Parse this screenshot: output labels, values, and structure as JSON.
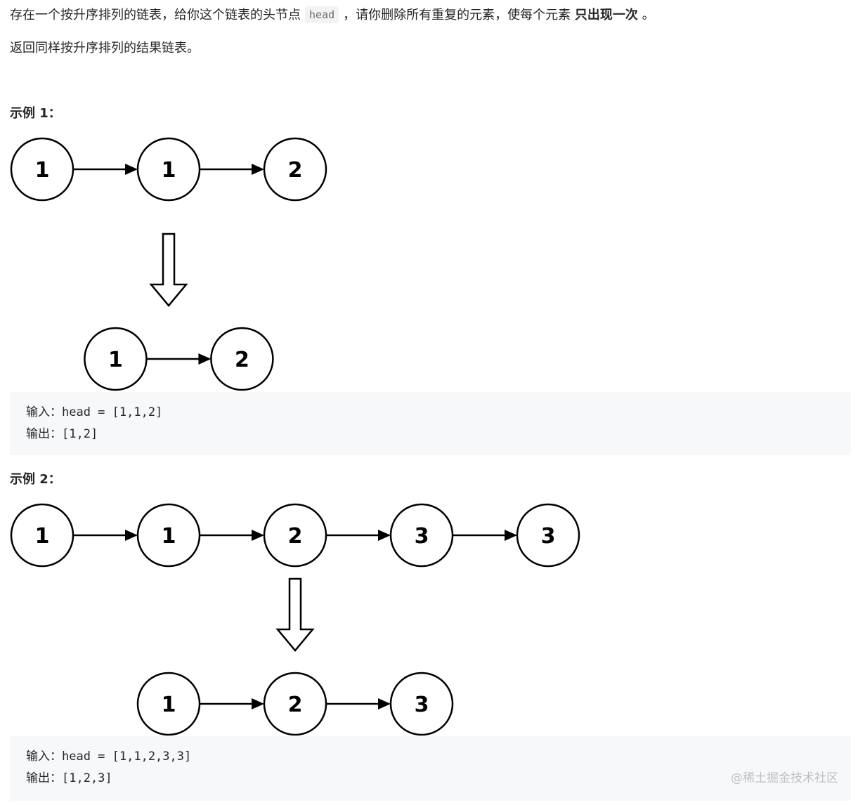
{
  "description": {
    "line1_before": "存在一个按升序排列的链表，给你这个链表的头节点",
    "line1_code": "head",
    "line1_middle": "，请你删除所有重复的元素，使每个元素",
    "line1_bold": "只出现一次",
    "line1_end": "。",
    "line2": "返回同样按升序排列的结果链表。"
  },
  "examples": [
    {
      "title": "示例 1：",
      "input_nodes": [
        "1",
        "1",
        "2"
      ],
      "output_nodes": [
        "1",
        "2"
      ],
      "input_label": "输入：",
      "input_value": "head = [1,1,2]",
      "output_label": "输出：",
      "output_value": "[1,2]"
    },
    {
      "title": "示例 2：",
      "input_nodes": [
        "1",
        "1",
        "2",
        "3",
        "3"
      ],
      "output_nodes": [
        "1",
        "2",
        "3"
      ],
      "input_label": "输入：",
      "input_value": "head = [1,1,2,3,3]",
      "output_label": "输出：",
      "output_value": "[1,2,3]"
    }
  ],
  "watermark": "@稀土掘金技术社区"
}
